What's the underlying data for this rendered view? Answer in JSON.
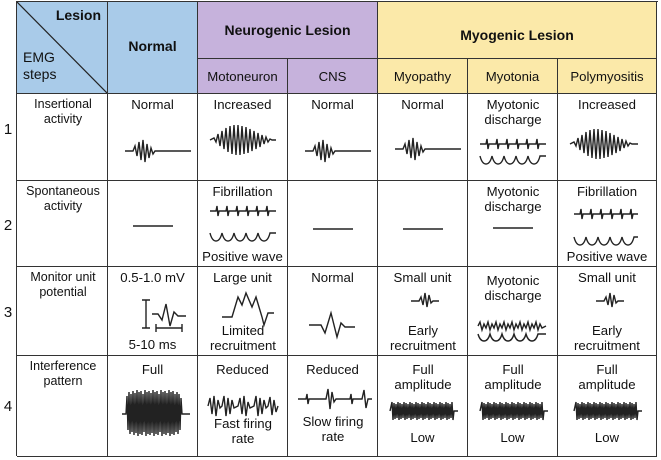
{
  "corner": {
    "lesion": "Lesion",
    "emg_steps": "EMG\nsteps"
  },
  "headers": {
    "normal": "Normal",
    "neurogenic": "Neurogenic Lesion",
    "myogenic": "Myogenic Lesion",
    "motoneuron": "Motoneuron",
    "cns": "CNS",
    "myopathy": "Myopathy",
    "myotonia": "Myotonia",
    "polymyositis": "Polymyositis"
  },
  "rows": [
    {
      "num": "1",
      "label": "Insertional activity",
      "normal": "Normal",
      "motoneuron": "Increased",
      "cns": "Normal",
      "myopathy": "Normal",
      "myotonia": "Myotonic discharge",
      "polymyositis": "Increased"
    },
    {
      "num": "2",
      "label": "Spontaneous activity",
      "motoneuron_top": "Fibrillation",
      "motoneuron_bottom": "Positive wave",
      "myotonia": "Myotonic discharge",
      "polymyositis_top": "Fibrillation",
      "polymyositis_bottom": "Positive wave"
    },
    {
      "num": "3",
      "label": "Monitor unit potential",
      "normal_top": "0.5-1.0 mV",
      "normal_bottom": "5-10 ms",
      "motoneuron_top": "Large unit",
      "motoneuron_bottom": "Limited recruitment",
      "cns": "Normal",
      "myopathy_top": "Small unit",
      "myopathy_bottom": "Early recruitment",
      "myotonia": "Myotonic discharge",
      "polymyositis_top": "Small unit",
      "polymyositis_bottom": "Early recruitment"
    },
    {
      "num": "4",
      "label": "Interference pattern",
      "normal": "Full",
      "motoneuron_top": "Reduced",
      "motoneuron_bottom": "Fast firing rate",
      "cns_top": "Reduced",
      "cns_bottom": "Slow firing rate",
      "myopathy_top": "Full amplitude",
      "myopathy_bottom": "Low",
      "myotonia_top": "Full amplitude",
      "myotonia_bottom": "Low",
      "polymyositis_top": "Full amplitude",
      "polymyositis_bottom": "Low"
    }
  ]
}
